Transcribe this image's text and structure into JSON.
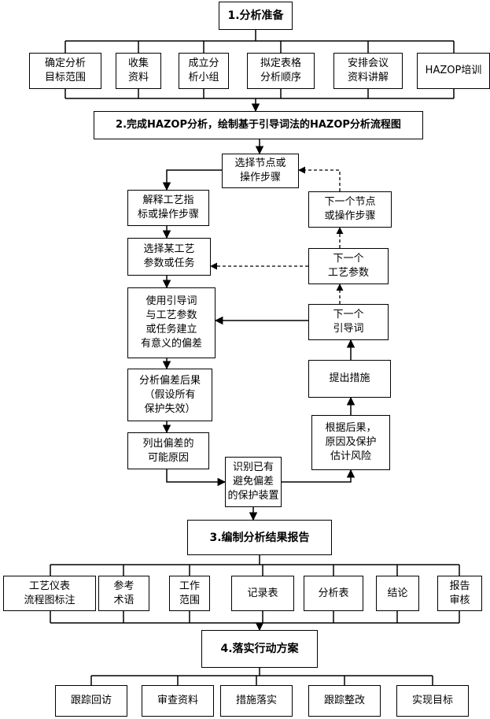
{
  "section1": {
    "title": "1.分析准备",
    "items": [
      "确定分析\n目标范围",
      "收集\n资料",
      "成立分\n析小组",
      "拟定表格\n分析顺序",
      "安排会议\n资料讲解",
      "HAZOP培训"
    ]
  },
  "section2": {
    "title": "2.完成HAZOP分析，绘制基于引导词法的HAZOP分析流程图",
    "flow": {
      "select_node": "选择节点或\n操作步骤",
      "explain": "解释工艺指\n标或操作步骤",
      "select_param": "选择某工艺\n参数或任务",
      "use_guideword": "使用引导词\n与工艺参数\n或任务建立\n有意义的偏差",
      "analyze": "分析偏差后果\n（假设所有\n保护失效）",
      "list_causes": "列出偏差的\n可能原因",
      "identify": "识别已有\n避免偏差\n的保护装置",
      "evaluate": "根据后果，\n原因及保护\n估计风险",
      "measures": "提出措施",
      "next_guideword": "下一个\n引导词",
      "next_param": "下一个\n工艺参数",
      "next_node": "下一个节点\n或操作步骤"
    }
  },
  "section3": {
    "title": "3.编制分析结果报告",
    "items": [
      "工艺仪表\n流程图标注",
      "参考\n术语",
      "工作\n范围",
      "记录表",
      "分析表",
      "结论",
      "报告\n审核"
    ]
  },
  "section4": {
    "title": "4.落实行动方案",
    "items": [
      "跟踪回访",
      "审查资料",
      "措施落实",
      "跟踪整改",
      "实现目标"
    ]
  }
}
